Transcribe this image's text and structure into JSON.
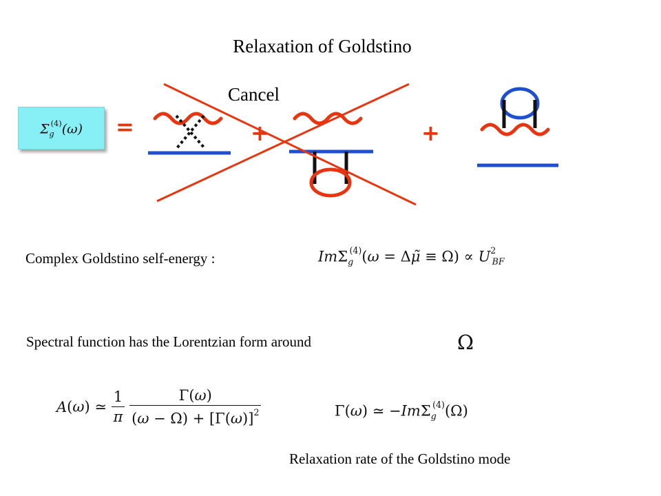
{
  "slide": {
    "title": "Relaxation of Goldstino",
    "cancel_label": "Cancel",
    "equals_sign": "=",
    "plus_signs": [
      "+",
      "+"
    ],
    "self_energy_symbol": "Σg(4)(ω)",
    "complex_label": "Complex Goldstino self-energy :",
    "imsigma_equation": "ImΣg(4)(ω = Δμ̃ ≡ Ω) ∝ U²BF",
    "spectral_label": "Spectral function has the Lorentzian form around",
    "omega_symbol": "Ω",
    "spectral_equation": "A(ω) ≃ (1/π) Γ(ω) / ((ω − Ω) + [Γ(ω)]²)",
    "gamma_equation": "Γ(ω) ≃ −ImΣg(4)(Ω)",
    "relaxation_label": "Relaxation rate of the Goldstino mode"
  },
  "colors": {
    "wavy_line": "#e8350f",
    "fermion_line": "#1f4fd1",
    "cross_out": "#e8350f",
    "box_fill": "#87f0f7"
  }
}
